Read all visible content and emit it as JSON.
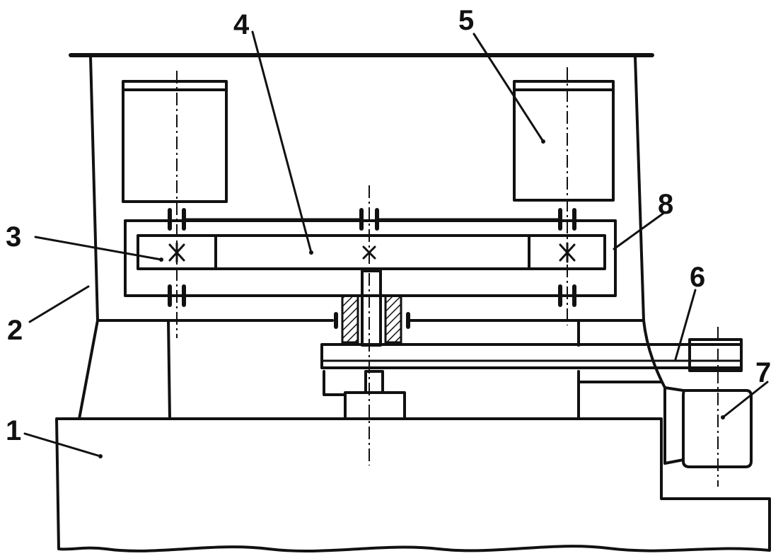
{
  "labels": {
    "part_1": "1",
    "part_2": "2",
    "part_3": "3",
    "part_4": "4",
    "part_5": "5",
    "part_6": "6",
    "part_7": "7",
    "part_8": "8"
  }
}
